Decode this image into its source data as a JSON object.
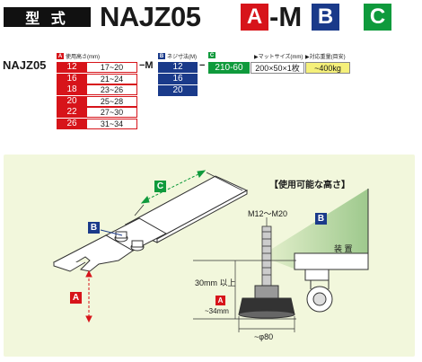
{
  "title": {
    "tag": "型 式",
    "model": "NAJZ05",
    "part_a": "A",
    "sep_m": "-M",
    "part_b": "B",
    "part_c": "C"
  },
  "spec": {
    "series": "NAJZ05",
    "header_a": "使用高さ(mm)",
    "header_b": "ネジ寸法(M)",
    "header_c_mat": "▶マットサイズ(mm)",
    "header_c_load": "▶対応重量(目安)",
    "dash_m": "−M",
    "dash2": "−",
    "rows_a": [
      {
        "code": "12",
        "range": "17~20"
      },
      {
        "code": "16",
        "range": "21~24"
      },
      {
        "code": "18",
        "range": "23~26"
      },
      {
        "code": "20",
        "range": "25~28"
      },
      {
        "code": "22",
        "range": "27~30"
      },
      {
        "code": "26",
        "range": "31~34"
      }
    ],
    "rows_b": [
      "12",
      "16",
      "20"
    ],
    "c_code": "210-60",
    "c_mat": "200×50×1枚",
    "c_load": "~400kg",
    "colors": {
      "a": "#d7141a",
      "b": "#1a3a8a",
      "c": "#0f9a3c",
      "load": "#f5f07a"
    }
  },
  "diagram": {
    "label_c": "C",
    "label_b": "B",
    "label_a": "A",
    "usable_height_title": "【使用可能な高さ】",
    "thread_range": "M12～M20",
    "label_b2": "B",
    "device": "装 置",
    "height_note": "30mm 以上",
    "label_a2": "A",
    "a_range": "~34mm",
    "diameter": "~φ80"
  }
}
